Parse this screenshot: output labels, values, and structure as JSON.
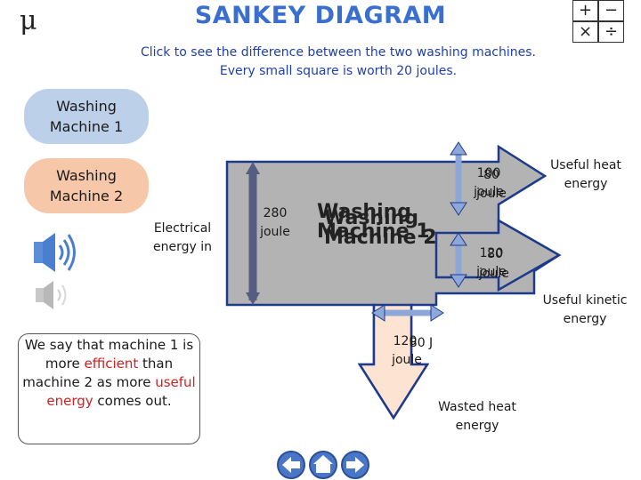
{
  "header": {
    "mu_symbol": "μ",
    "title": "SANKEY DIAGRAM",
    "subtitle_line1": "Click to see the difference between the two washing machines.",
    "subtitle_line2": "Every small square is worth 20 joules.",
    "operator_icons": [
      "plus",
      "minus",
      "times",
      "divide"
    ]
  },
  "buttons": {
    "machine1": {
      "line1": "Washing",
      "line2": "Machine 1"
    },
    "machine2": {
      "line1": "Washing",
      "line2": "Machine 2"
    }
  },
  "labels": {
    "electrical_in": {
      "line1": "Electrical",
      "line2": "energy in"
    },
    "input_value": {
      "line1": "280",
      "line2": "joule"
    },
    "center_label_a": {
      "line1": "Washing",
      "line2": "Machine 1"
    },
    "center_label_b": {
      "line1": "Washing",
      "line2": "Machine 2"
    },
    "heat_value_a": "100",
    "heat_value_b": "80",
    "heat_unit_a": "joule",
    "heat_unit_b": "joule",
    "kinetic_value_a": "120",
    "kinetic_value_b": "80",
    "kinetic_unit_a": "joule",
    "kinetic_unit_b": "joule",
    "wasted_value_a": "120",
    "wasted_value_b": "80 J",
    "wasted_unit": "joule",
    "useful_heat": {
      "line1": "Useful heat",
      "line2": "energy"
    },
    "useful_kinetic": {
      "line1": "Useful kinetic",
      "line2": "energy"
    },
    "wasted_heat": {
      "line1": "Wasted heat",
      "line2": "energy"
    }
  },
  "note": {
    "part1": "We say that machine 1 is more ",
    "efficient": "efficient",
    "part2": " than machine 2 as more ",
    "useful_energy": "useful energy",
    "part3": " comes out."
  },
  "colors": {
    "title": "#3a6fd0",
    "subtitle": "#1f3fae",
    "flow": "#b3b3b3",
    "flow_outline": "#1e3a8c",
    "wasted_flow": "#fde4d2",
    "measure_arrow": "#8da8d8",
    "button_machine1": "#bcd0ea",
    "button_machine2": "#f6c7a8",
    "nav_buttons": "#4a76c8",
    "highlight": "#d02020"
  },
  "nav": [
    "back-arrow",
    "home",
    "forward-arrow"
  ]
}
